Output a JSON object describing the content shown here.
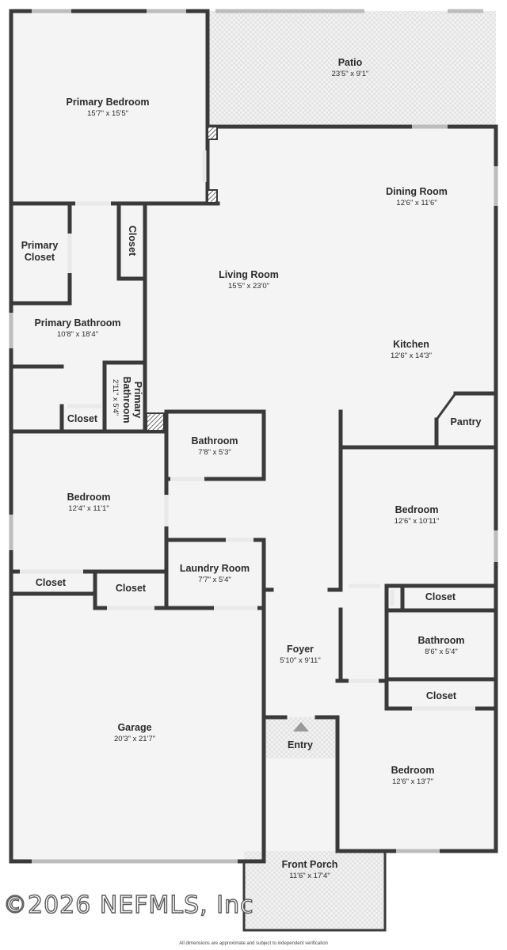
{
  "colors": {
    "wall": "#3a3a3a",
    "floor": "#f4f4f4",
    "patio": "#eeeeee",
    "window": "#bcbcbc"
  },
  "rooms": {
    "primary_bedroom": {
      "name": "Primary Bedroom",
      "dims": "15'7\" x 15'5\""
    },
    "patio": {
      "name": "Patio",
      "dims": "23'5\" x 9'1\""
    },
    "dining_room": {
      "name": "Dining Room",
      "dims": "12'6\" x 11'6\""
    },
    "living_room": {
      "name": "Living Room",
      "dims": "15'5\" x 23'0\""
    },
    "kitchen": {
      "name": "Kitchen",
      "dims": "12'6\" x 14'3\""
    },
    "primary_closet": {
      "name_line1": "Primary",
      "name_line2": "Closet"
    },
    "closet_top": {
      "name": "Closet"
    },
    "primary_bathroom": {
      "name": "Primary Bathroom",
      "dims": "10'8\" x 18'4\""
    },
    "primary_bathroom_small": {
      "name_line1": "Primary",
      "name_line2": "Bathroom",
      "dims": "2'11\" x 5'4\""
    },
    "closet_pb": {
      "name": "Closet"
    },
    "pantry": {
      "name": "Pantry"
    },
    "bathroom_center": {
      "name": "Bathroom",
      "dims": "7'8\" x 5'3\""
    },
    "bedroom_left": {
      "name": "Bedroom",
      "dims": "12'4\" x 11'1\""
    },
    "bedroom_right_top": {
      "name": "Bedroom",
      "dims": "12'6\" x 10'11\""
    },
    "laundry": {
      "name": "Laundry Room",
      "dims": "7'7\" x 5'4\""
    },
    "closet_left_1": {
      "name": "Closet"
    },
    "closet_left_2": {
      "name": "Closet"
    },
    "closet_right_1": {
      "name": "Closet"
    },
    "bathroom_right": {
      "name": "Bathroom",
      "dims": "8'6\" x 5'4\""
    },
    "foyer": {
      "name": "Foyer",
      "dims": "5'10\" x 9'11\""
    },
    "closet_right_2": {
      "name": "Closet"
    },
    "garage": {
      "name": "Garage",
      "dims": "20'3\" x 21'7\""
    },
    "entry": {
      "name": "Entry"
    },
    "bedroom_right_bottom": {
      "name": "Bedroom",
      "dims": "12'6\" x 13'7\""
    },
    "front_porch": {
      "name": "Front Porch",
      "dims": "11'6\" x 17'4\""
    }
  },
  "watermark": "©2026 NEFMLS, Inc",
  "disclaimer": "All dimensions are approximate and subject to independent verification"
}
